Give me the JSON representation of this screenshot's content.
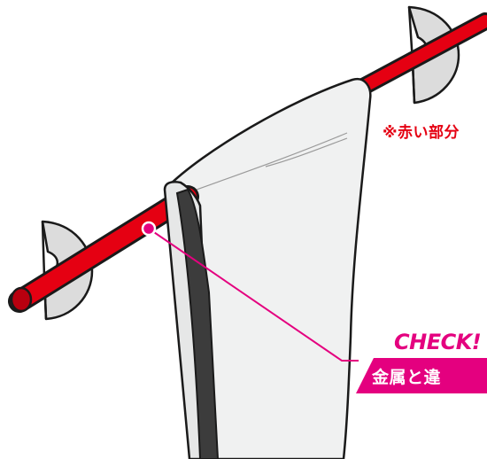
{
  "note_text": "※赤い部分",
  "check_title": "CHECK!",
  "banner_text": "金属と違",
  "colors": {
    "rod": "#e50012",
    "rod_outline": "#1a1a1a",
    "bracket": "#dcdcdc",
    "cloth": "#f0f1f1",
    "cloth_shadow": "#d9dbdb",
    "inner_panel": "#3c3c3c",
    "accent_magenta": "#e4007f"
  },
  "icons": [
    "towel-hanging-on-rod-illustration",
    "wall-bracket-icon",
    "callout-dot-icon"
  ]
}
